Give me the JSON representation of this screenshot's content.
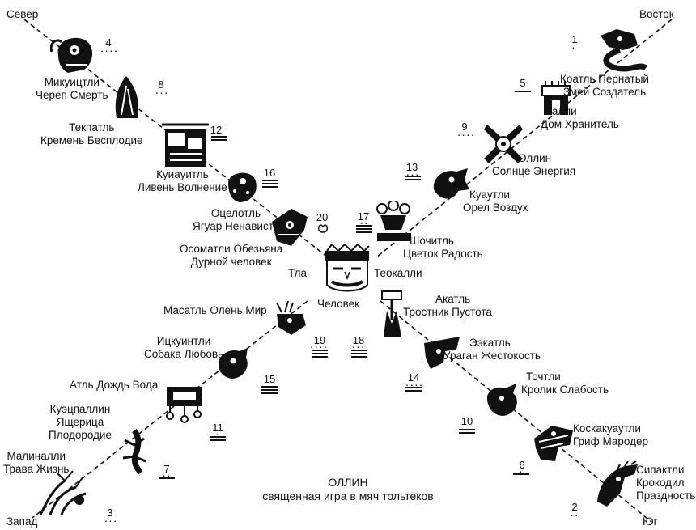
{
  "directions": {
    "north": "Север",
    "east": "Восток",
    "west": "Запад",
    "south": "Юг"
  },
  "center": {
    "left": "Тла",
    "right": "Теокалли",
    "bottom": "Человек"
  },
  "title": {
    "line1": "ОЛЛИН",
    "line2": "священная игра в мяч тольтеков"
  },
  "signs": [
    {
      "id": "mikiuiztli",
      "lines": [
        "Микуицтли",
        "Череп Смерть"
      ],
      "number": "4",
      "glyph": "skull-glyph"
    },
    {
      "id": "tekpatl",
      "lines": [
        "Текпатль",
        "Кремень Бесплодие"
      ],
      "number": "8",
      "glyph": "flint-glyph"
    },
    {
      "id": "kuiauitl",
      "lines": [
        "Куиауитль",
        "Ливень Волнение"
      ],
      "number": "12",
      "glyph": "rain-glyph"
    },
    {
      "id": "ocelotl",
      "lines": [
        "Оцелотль",
        "Ягуар Ненависть"
      ],
      "number": "16",
      "glyph": "jaguar-glyph"
    },
    {
      "id": "osomatli",
      "lines": [
        "Осоматли Обезьяна",
        "Дурной человек"
      ],
      "number": "20",
      "glyph": "monkey-glyph"
    },
    {
      "id": "koatl",
      "lines": [
        "Коатль Пернатый",
        "Змей Создатель"
      ],
      "number": "1",
      "glyph": "serpent-glyph"
    },
    {
      "id": "kalli",
      "lines": [
        "Калли",
        "Дом Хранитель"
      ],
      "number": "5",
      "glyph": "house-glyph"
    },
    {
      "id": "ollin",
      "lines": [
        "Оллин",
        "Солнце Энергия"
      ],
      "number": "9",
      "glyph": "movement-glyph"
    },
    {
      "id": "kuautli",
      "lines": [
        "Куаутли",
        "Орел Воздух"
      ],
      "number": "13",
      "glyph": "eagle-glyph"
    },
    {
      "id": "shochitl",
      "lines": [
        "Шочитль",
        "Цветок Радость"
      ],
      "number": "17",
      "glyph": "flower-glyph"
    },
    {
      "id": "masatl",
      "lines": [
        "Масатль Олень Мир"
      ],
      "number": "19",
      "glyph": "deer-glyph"
    },
    {
      "id": "itzkuintli",
      "lines": [
        "Ицкуинтли",
        "Собака Любовь"
      ],
      "number": "15",
      "glyph": "dog-glyph"
    },
    {
      "id": "atl",
      "lines": [
        "Атль Дождь Вода"
      ],
      "number": "11",
      "glyph": "water-glyph"
    },
    {
      "id": "kuetzpallin",
      "lines": [
        "Куэцпаллин",
        "Ящерица",
        "Плодородие"
      ],
      "number": "7",
      "glyph": "lizard-glyph"
    },
    {
      "id": "malinalli",
      "lines": [
        "Малиналли",
        "Трава Жизнь"
      ],
      "number": "3",
      "glyph": "grass-glyph"
    },
    {
      "id": "akatl",
      "lines": [
        "Акатль",
        "Тростник Пустота"
      ],
      "number": "18",
      "glyph": "reed-glyph"
    },
    {
      "id": "eekatl",
      "lines": [
        "Ээкатль",
        "Ураган Жестокость"
      ],
      "number": "14",
      "glyph": "wind-glyph"
    },
    {
      "id": "tochtli",
      "lines": [
        "Точтли",
        "Кролик Слабость"
      ],
      "number": "10",
      "glyph": "rabbit-glyph"
    },
    {
      "id": "koskakuautli",
      "lines": [
        "Коскакуаутли",
        "Гриф Мародер"
      ],
      "number": "6",
      "glyph": "vulture-glyph"
    },
    {
      "id": "sipaktli",
      "lines": [
        "Сипактли",
        "Крокодил",
        "Праздность"
      ],
      "number": "2",
      "glyph": "crocodile-glyph"
    }
  ],
  "human_glyph": "human-face-glyph"
}
